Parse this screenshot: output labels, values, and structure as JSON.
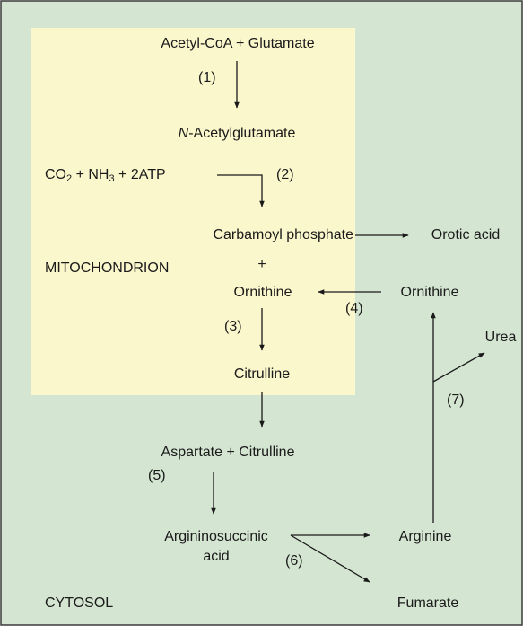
{
  "colors": {
    "background": "#d4e6d2",
    "mitochondrion_fill": "#fbf7cc",
    "border": "#3a3a3a",
    "arrow": "#1a1a1a",
    "text": "#1a1a1a"
  },
  "compartments": {
    "mitochondrion": "MITOCHONDRION",
    "cytosol": "CYTOSOL"
  },
  "metabolites": {
    "acetyl_coa_glutamate": "Acetyl-CoA + Glutamate",
    "n_acetyl_prefix": "N",
    "n_acetyl_rest": "-Acetylglutamate",
    "co2_prefix": "CO",
    "co2_sub": "2",
    "nh3_mid": " + NH",
    "nh3_sub": "3",
    "atp_rest": " + 2ATP",
    "carbamoyl_phosphate": "Carbamoyl phosphate",
    "orotic_acid": "Orotic acid",
    "plus": "+",
    "ornithine_mito": "Ornithine",
    "ornithine_cyto": "Ornithine",
    "citrulline_mito": "Citrulline",
    "aspartate_citrulline": "Aspartate + Citrulline",
    "argininosuccinic_line1": "Argininosuccinic",
    "argininosuccinic_line2": "acid",
    "arginine": "Arginine",
    "fumarate": "Fumarate",
    "urea": "Urea"
  },
  "steps": {
    "s1": "(1)",
    "s2": "(2)",
    "s3": "(3)",
    "s4": "(4)",
    "s5": "(5)",
    "s6": "(6)",
    "s7": "(7)"
  }
}
